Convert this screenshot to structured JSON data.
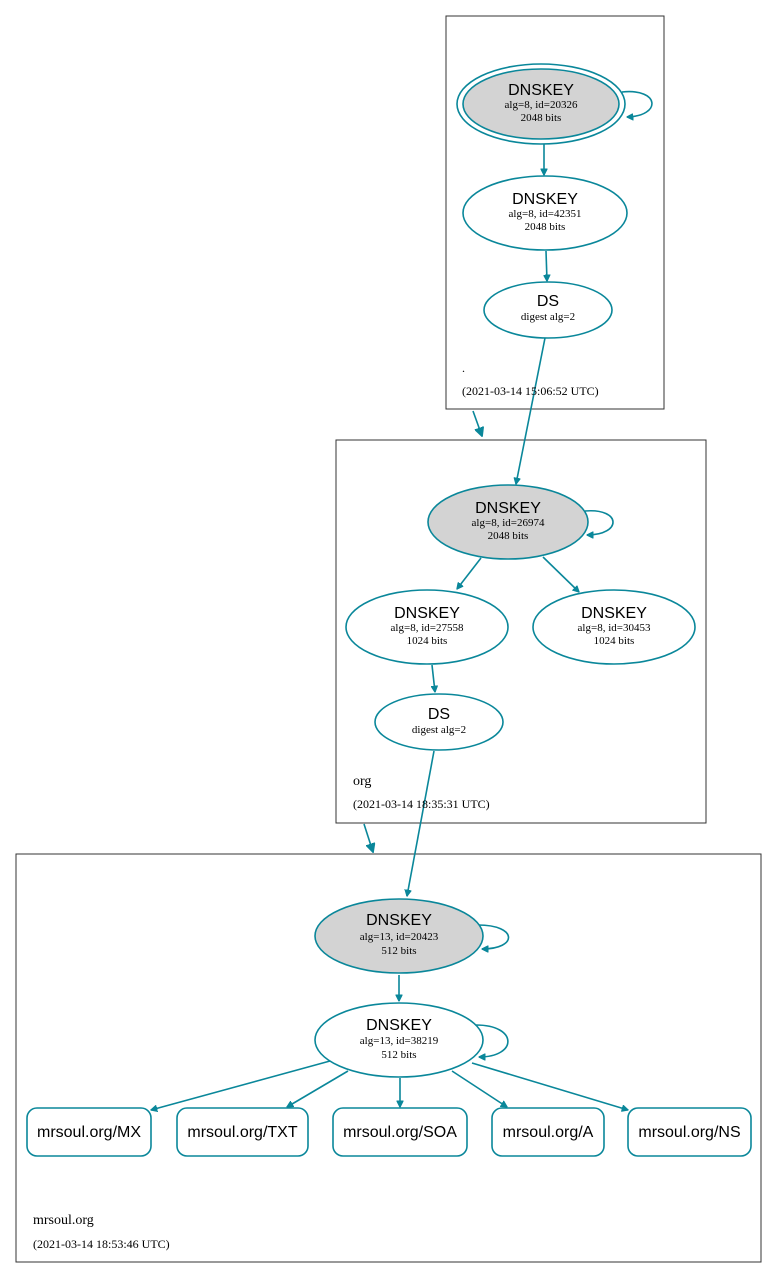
{
  "colors": {
    "edge": "#0a879a",
    "trust_fill": "#d3d3d3",
    "zone_border": "#333333"
  },
  "zones": [
    {
      "name": ".",
      "timestamp": "(2021-03-14 15:06:52 UTC)"
    },
    {
      "name": "org",
      "timestamp": "(2021-03-14 18:35:31 UTC)"
    },
    {
      "name": "mrsoul.org",
      "timestamp": "(2021-03-14 18:53:46 UTC)"
    }
  ],
  "nodes": {
    "root_ksk": {
      "title": "DNSKEY",
      "line1": "alg=8, id=20326",
      "line2": "2048 bits"
    },
    "root_zsk": {
      "title": "DNSKEY",
      "line1": "alg=8, id=42351",
      "line2": "2048 bits"
    },
    "org_ds": {
      "title": "DS",
      "line1": "digest alg=2"
    },
    "org_ksk": {
      "title": "DNSKEY",
      "line1": "alg=8, id=26974",
      "line2": "2048 bits"
    },
    "org_zsk1": {
      "title": "DNSKEY",
      "line1": "alg=8, id=27558",
      "line2": "1024 bits"
    },
    "org_zsk2": {
      "title": "DNSKEY",
      "line1": "alg=8, id=30453",
      "line2": "1024 bits"
    },
    "mrsoul_ds": {
      "title": "DS",
      "line1": "digest alg=2"
    },
    "mrsoul_ksk": {
      "title": "DNSKEY",
      "line1": "alg=13, id=20423",
      "line2": "512 bits"
    },
    "mrsoul_zsk": {
      "title": "DNSKEY",
      "line1": "alg=13, id=38219",
      "line2": "512 bits"
    }
  },
  "records": [
    {
      "label": "mrsoul.org/MX"
    },
    {
      "label": "mrsoul.org/TXT"
    },
    {
      "label": "mrsoul.org/SOA"
    },
    {
      "label": "mrsoul.org/A"
    },
    {
      "label": "mrsoul.org/NS"
    }
  ]
}
